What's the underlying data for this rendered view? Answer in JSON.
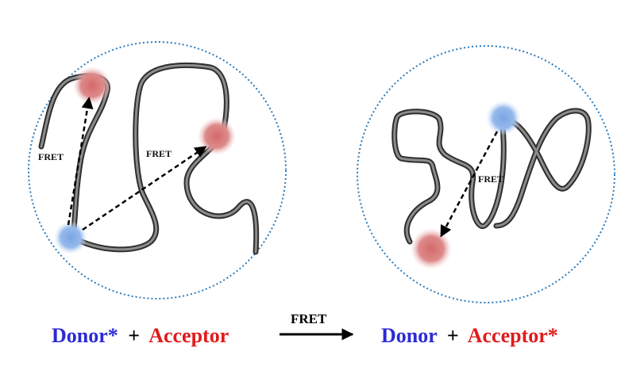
{
  "colors": {
    "donor": "#2b2bd6",
    "acceptor": "#e01b1b",
    "donor_bead": "#8fb4e8",
    "acceptor_bead": "#d98080",
    "border": "#2b7bbd",
    "chain": "#555555"
  },
  "left_panel": {
    "fret_label_1": "FRET",
    "fret_label_2": "FRET"
  },
  "right_panel": {
    "fret_label": "FRET"
  },
  "equation": {
    "left_donor": "Donor",
    "left_star": "*",
    "plus_left": "+",
    "left_acceptor": "Acceptor",
    "arrow_label": "FRET",
    "right_donor": "Donor",
    "plus_right": "+",
    "right_acceptor": "Acceptor",
    "right_star": "*"
  }
}
